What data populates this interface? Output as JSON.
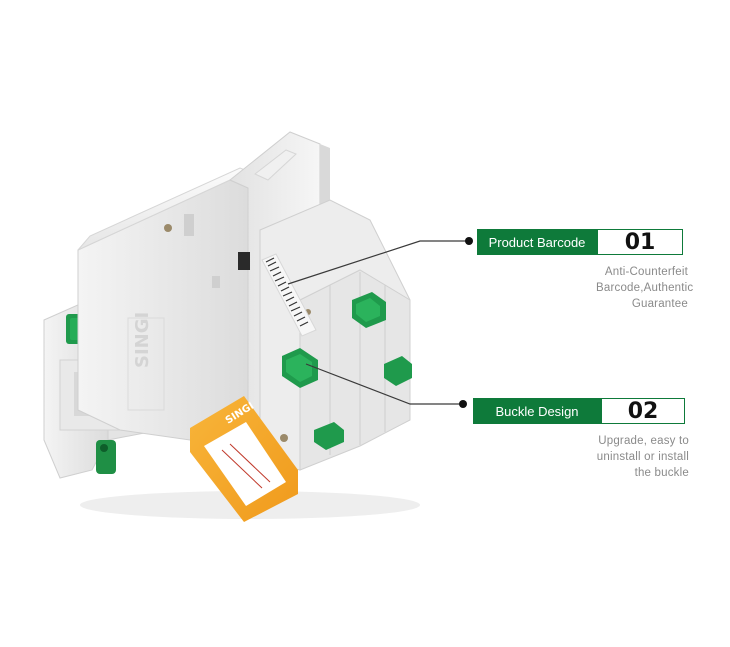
{
  "features": [
    {
      "number": "01",
      "title": "Product Barcode",
      "description": "Anti-Counterfeit Barcode,Authentic Guarantee"
    },
    {
      "number": "02",
      "title": "Buckle Design",
      "description": "Upgrade, easy to uninstall or install the buckle"
    }
  ],
  "product": {
    "brand_label": "SINGI",
    "side_logo": "SINGI"
  },
  "colors": {
    "accent": "#0e7a3a",
    "label_orange": "#f5a623",
    "body": "#eeeeee"
  }
}
